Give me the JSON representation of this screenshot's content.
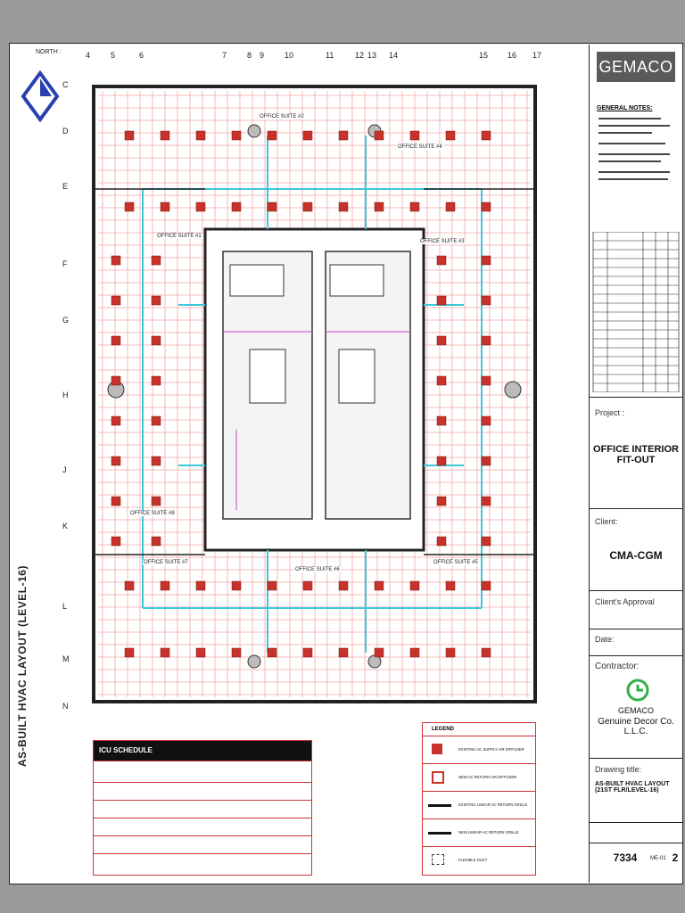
{
  "title_block": {
    "company": "GEMACO",
    "general_notes_title": "GENERAL NOTES:",
    "project_label": "Project :",
    "project_name": "OFFICE INTERIOR FIT-OUT",
    "client_label": "Client:",
    "client_name": "CMA-CGM",
    "client_approval_label": "Client's Approval",
    "date_label": "Date:",
    "contractor_label": "Contractor:",
    "contractor_short": "GEMACO",
    "contractor_full": "Genuine Decor Co. L.L.C.",
    "drawing_title_label": "Drawing title:",
    "drawing_title": "AS-BUILT HVAC LAYOUT (21ST FLR/LEVEL-16)",
    "drawing_no": "7334",
    "sheet_code": "ME-01",
    "revision": "2"
  },
  "drawing": {
    "title": "AS-BUILT HVAC LAYOUT (LEVEL-16)",
    "north_label": "NORTH :",
    "col_grid": [
      "4",
      "5",
      "6",
      "7",
      "8",
      "9",
      "10",
      "11",
      "12",
      "13",
      "14",
      "15",
      "16",
      "17"
    ],
    "row_grid": [
      "C",
      "D",
      "E",
      "F",
      "G",
      "H",
      "J",
      "K",
      "L",
      "M",
      "N"
    ],
    "rooms": [
      "OFFICE SUITE #1",
      "OFFICE SUITE #2",
      "OFFICE SUITE #3",
      "OFFICE SUITE #4",
      "OFFICE SUITE #5",
      "OFFICE SUITE #6",
      "OFFICE SUITE #7",
      "OFFICE SUITE #8"
    ]
  },
  "icu_schedule": {
    "title": "ICU SCHEDULE"
  },
  "legend": {
    "title": "LEGEND",
    "items": [
      "EXISTING AC SUPPLY AIR DIFFUSER",
      "NEW AC RETURN AIR DIFFUSER",
      "EXISTING LINEAR AC RETURN GRILLE",
      "NEW LINEAR AC RETURN GRILLE",
      "FLEXIBLE DUCT"
    ]
  },
  "colors": {
    "red": "#d62a2a",
    "cyan": "#3cc8d8",
    "magenta": "#d03fd0",
    "grid_pink": "#f3a8a8"
  }
}
